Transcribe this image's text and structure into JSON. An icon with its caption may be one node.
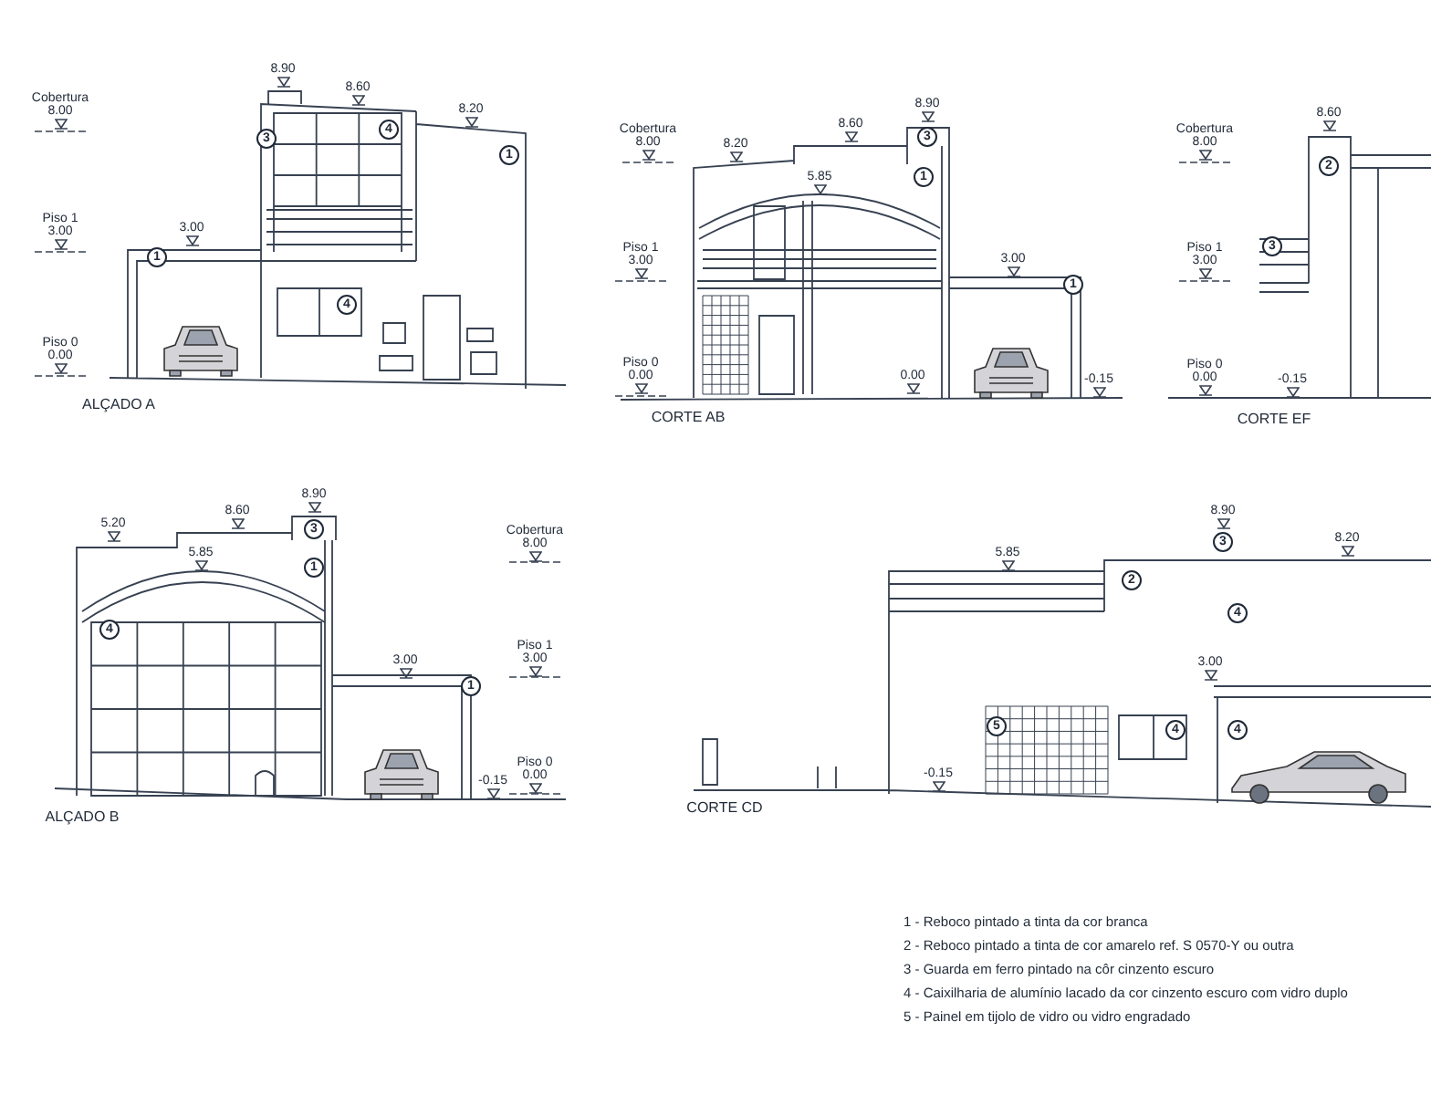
{
  "diagram": {
    "labels": [
      "Cobertura",
      "8.00",
      "8.90",
      "8.60",
      "8.20",
      "3",
      "4",
      "1",
      "Piso 1",
      "3.00",
      "3.00",
      "1",
      "4",
      "Piso 0",
      "0.00",
      "ALÇADO A",
      "Cobertura",
      "8.00",
      "8.20",
      "8.60",
      "8.90",
      "5.85",
      "3",
      "1",
      "Piso 1",
      "3.00",
      "3.00",
      "1",
      "Piso 0",
      "0.00",
      "0.00",
      "-0.15",
      "CORTE AB",
      "8.60",
      "Cobertura",
      "8.00",
      "2",
      "Piso 1",
      "3",
      "3.00",
      "Piso 0",
      "0.00",
      "-0.15",
      "CORTE EF",
      "5.20",
      "8.60",
      "8.90",
      "5.85",
      "3",
      "1",
      "4",
      "Cobertura",
      "8.00",
      "3.00",
      "1",
      "Piso 1",
      "3.00",
      "-0.15",
      "Piso 0",
      "0.00",
      "ALÇADO B",
      "8.90",
      "5.85",
      "3",
      "8.20",
      "2",
      "4",
      "3.00",
      "5",
      "4",
      "4",
      "-0.15",
      "CORTE CD",
      "1 - Reboco pintado a tinta da cor branca",
      "2 - Reboco pintado a tinta de cor amarelo ref. S 0570-Y ou outra",
      "3 - Guarda em ferro pintado na côr cinzento escuro",
      "4 - Caixilharia de alumínio lacado da cor cinzento escuro com vidro duplo",
      "5 - Painel em tijolo de vidro ou vidro engradado"
    ]
  }
}
